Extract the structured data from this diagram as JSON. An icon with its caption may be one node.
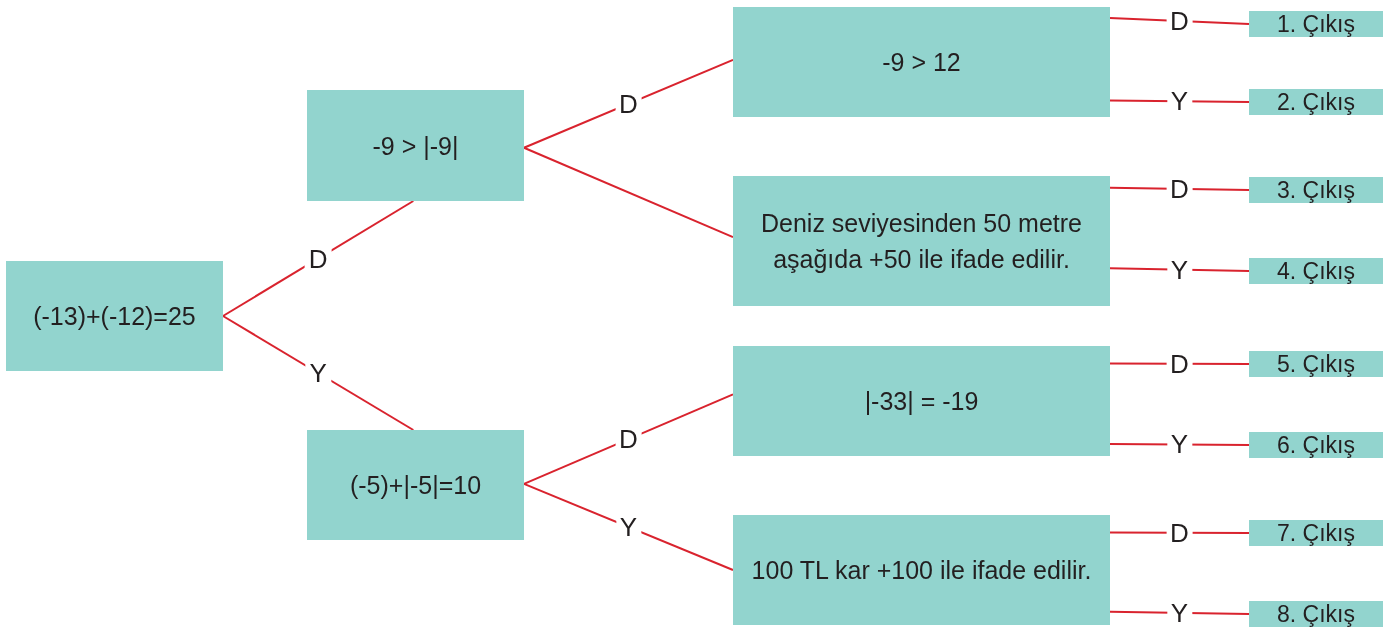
{
  "diagram": {
    "nodes": [
      {
        "text": [
          "(-13)+(-12)=25"
        ]
      },
      {
        "text": [
          "-9 > |-9|"
        ]
      },
      {
        "text": [
          "(-5)+|-5|=10"
        ]
      },
      {
        "text": [
          "-9 > 12"
        ]
      },
      {
        "text": [
          "Deniz seviyesinden 50 metre aşağıda +50 ile ifade edilir."
        ]
      },
      {
        "text": [
          "|-33| = -19"
        ]
      },
      {
        "text": [
          "100 TL kar +100 ile ifade edilir."
        ]
      },
      {
        "text": [
          "1. Çıkış"
        ]
      },
      {
        "text": [
          "2. Çıkış"
        ]
      },
      {
        "text": [
          "3. Çıkış"
        ]
      },
      {
        "text": [
          "4. Çıkış"
        ]
      },
      {
        "text": [
          "5. Çıkış"
        ]
      },
      {
        "text": [
          "6. Çıkış"
        ]
      },
      {
        "text": [
          "7. Çıkış"
        ]
      },
      {
        "text": [
          "8. Çıkış"
        ]
      }
    ],
    "edges": [
      {
        "from": 0,
        "to": 1,
        "arrow": "none",
        "label": "D"
      },
      {
        "from": 0,
        "to": 2,
        "arrow": "none",
        "label": "Y"
      },
      {
        "from": 1,
        "to": 3,
        "arrow": "none",
        "label": "D"
      },
      {
        "from": 1,
        "to": 4,
        "arrow": "none"
      },
      {
        "from": 2,
        "to": 5,
        "arrow": "none",
        "label": "D"
      },
      {
        "from": 2,
        "to": 6,
        "arrow": "none",
        "label": "Y"
      },
      {
        "from": 3,
        "to": 7,
        "arrow": "none",
        "label": "D"
      },
      {
        "from": 3,
        "to": 8,
        "arrow": "none",
        "label": "Y"
      },
      {
        "from": 4,
        "to": 9,
        "arrow": "none",
        "label": "D"
      },
      {
        "from": 4,
        "to": 10,
        "arrow": "none",
        "label": "Y"
      },
      {
        "from": 5,
        "to": 11,
        "arrow": "none",
        "label": "D"
      },
      {
        "from": 5,
        "to": 12,
        "arrow": "none",
        "label": "Y"
      },
      {
        "from": 6,
        "to": 13,
        "arrow": "none",
        "label": "D"
      },
      {
        "from": 6,
        "to": 14,
        "arrow": "none",
        "label": "Y"
      }
    ]
  }
}
